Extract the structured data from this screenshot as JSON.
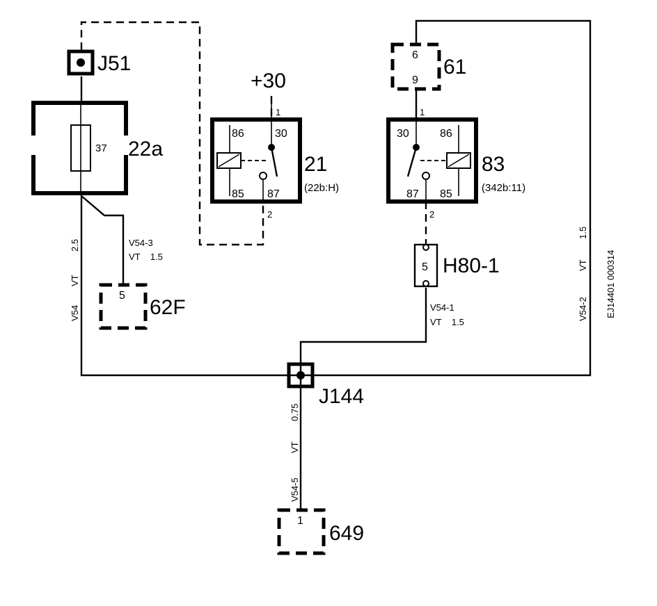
{
  "components": {
    "j51": "J51",
    "fuse_box": "22a",
    "fuse_number": "37",
    "relay_21": "21",
    "relay_21_ref": "(22b:H)",
    "relay_83": "83",
    "relay_83_ref": "(342b:11)",
    "conn_61": "61",
    "conn_61_pin_top": "6",
    "conn_61_pin_bottom": "9",
    "conn_62f": "62F",
    "conn_62f_pin": "5",
    "h80": "H80-1",
    "h80_pin": "5",
    "j144": "J144",
    "conn_649": "649",
    "conn_649_pin": "1",
    "supply": "+30"
  },
  "relay_pins": {
    "r21_86": "86",
    "r21_30": "30",
    "r21_85": "85",
    "r21_87": "87",
    "r21_in": "1",
    "r21_out": "2",
    "r83_30": "30",
    "r83_86": "86",
    "r83_87": "87",
    "r83_85": "85",
    "r83_in": "1",
    "r83_out": "2"
  },
  "wires": {
    "v54_3_id": "V54-3",
    "v54_3_spec": "VT    1.5",
    "v54_id": "V54",
    "v54_color": "VT",
    "v54_size": "2.5",
    "v54_1_id": "V54-1",
    "v54_1_spec": "VT    1.5",
    "v54_2_id": "V54-2",
    "v54_2_color": "VT",
    "v54_2_size": "1.5",
    "v54_5_id": "V54-5",
    "v54_5_color": "VT",
    "v54_5_size": "0.75"
  },
  "figure_code": "EJ14401 000314"
}
